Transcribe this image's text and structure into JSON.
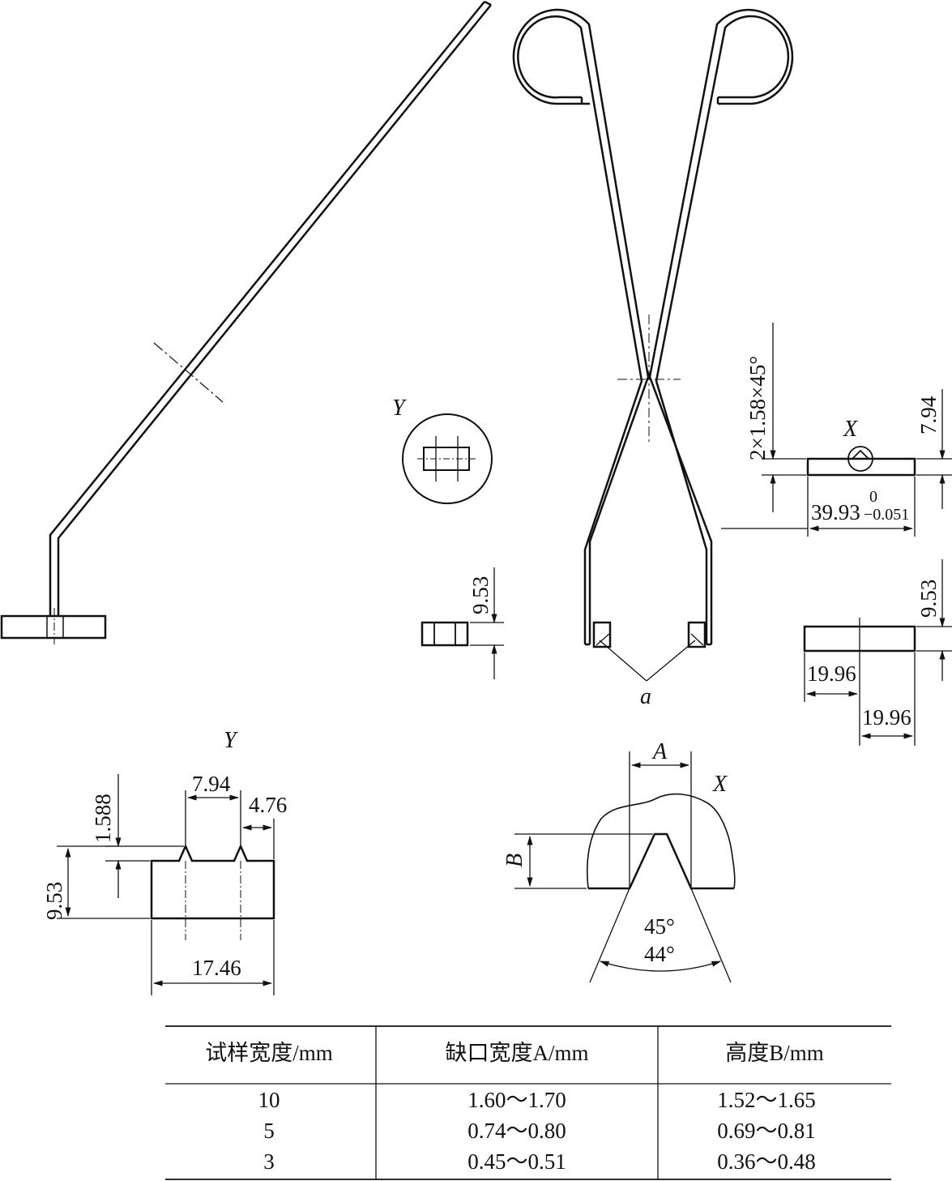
{
  "labels": {
    "view_y_small": "Y",
    "view_y_detail": "Y",
    "view_x_mark": "X",
    "view_x_detail": "X",
    "tip_label": "a",
    "notch_width_var": "A",
    "notch_height_var": "B"
  },
  "dimensions": {
    "chamfer": "2×1.58×45°",
    "right_height": "7.94",
    "tol_upper": "0",
    "base_length": "39.93",
    "tol_lower": "−0.051",
    "gripper_thickness": "9.53",
    "right_block_thickness": "9.53",
    "right_block_half_left": "19.96",
    "right_block_half_right": "19.96",
    "y_notch_spacing": "7.94",
    "y_edge_offset": "4.76",
    "y_notch_depth": "1.588",
    "y_height": "9.53",
    "y_width": "17.46",
    "angle_max": "45°",
    "angle_min": "44°"
  },
  "table": {
    "headers": [
      "试样宽度/mm",
      "缺口宽度A/mm",
      "高度B/mm"
    ],
    "rows": [
      [
        "10",
        "1.60～1.70",
        "1.52～1.65"
      ],
      [
        "5",
        "0.74～0.80",
        "0.69～0.81"
      ],
      [
        "3",
        "0.45～0.51",
        "0.36～0.48"
      ]
    ]
  }
}
